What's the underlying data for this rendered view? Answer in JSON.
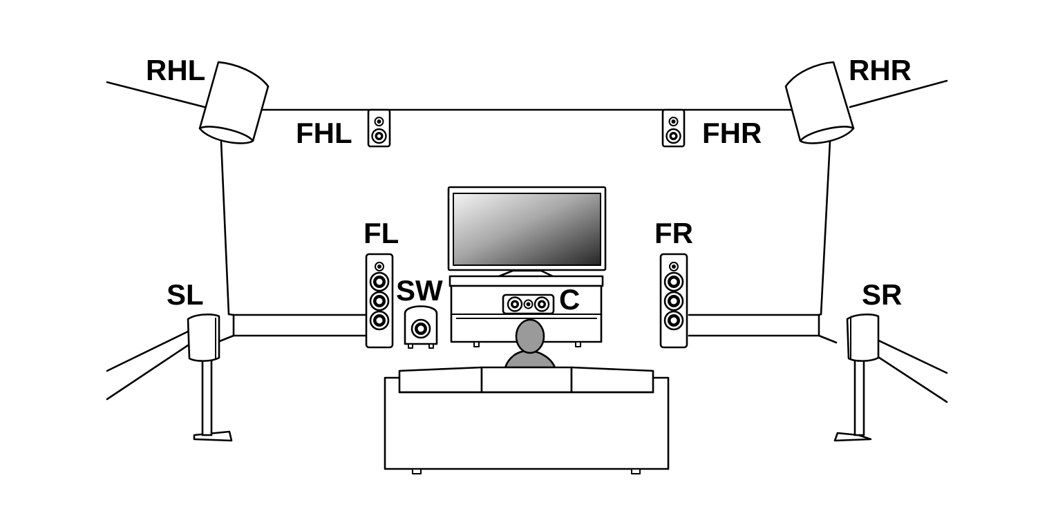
{
  "diagram": {
    "speakers": {
      "rhl": {
        "label": "RHL"
      },
      "rhr": {
        "label": "RHR"
      },
      "fhl": {
        "label": "FHL"
      },
      "fhr": {
        "label": "FHR"
      },
      "fl": {
        "label": "FL"
      },
      "fr": {
        "label": "FR"
      },
      "sw": {
        "label": "SW"
      },
      "c": {
        "label": "C"
      },
      "sl": {
        "label": "SL"
      },
      "sr": {
        "label": "SR"
      }
    },
    "colors": {
      "line": "#000000",
      "background": "#ffffff",
      "listener": "#9a9a9a",
      "screen_dark": "#2a2a2a",
      "screen_light": "#f2f2f2"
    }
  }
}
